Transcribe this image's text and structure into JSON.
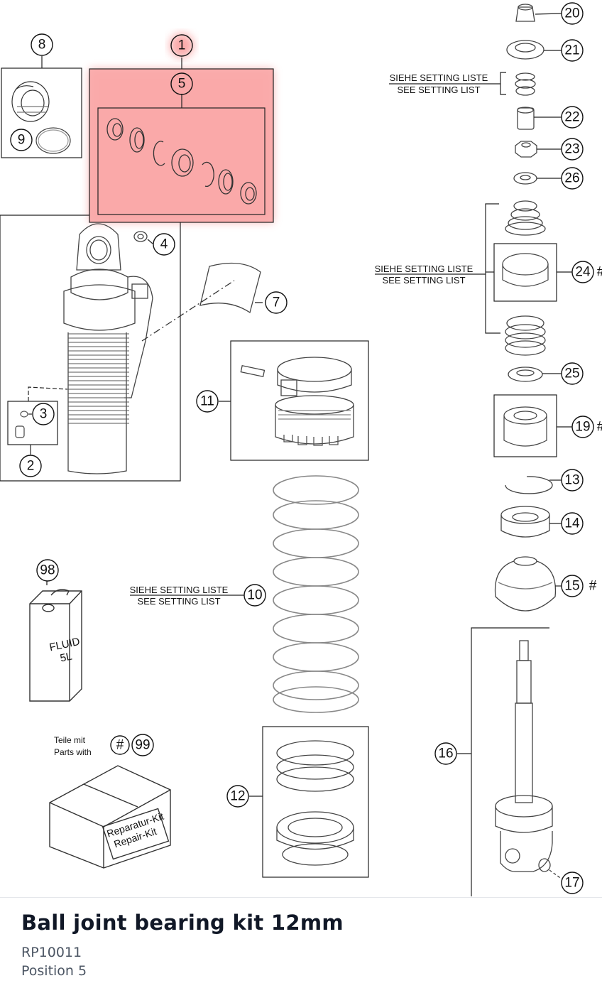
{
  "callouts": {
    "c1": "1",
    "c2": "2",
    "c3": "3",
    "c4": "4",
    "c5": "5",
    "c7": "7",
    "c8": "8",
    "c9": "9",
    "c10": "10",
    "c11": "11",
    "c12": "12",
    "c13": "13",
    "c14": "14",
    "c15": "15",
    "c16": "16",
    "c17": "17",
    "c19": "19",
    "c20": "20",
    "c21": "21",
    "c22": "22",
    "c23": "23",
    "c24": "24",
    "c25": "25",
    "c26": "26",
    "c98": "98",
    "c99": "99"
  },
  "markers": {
    "hash15": "#",
    "hash99": "#",
    "hash24": "#",
    "hash19": "#"
  },
  "notes": {
    "siehe_setting_liste": "SIEHE SETTING LISTE",
    "see_setting_list": "SEE SETTING LIST",
    "teile_mit": "Teile mit",
    "parts_with": "Parts with",
    "fluid": "FLUID",
    "fluid_volume": "5L",
    "repair_kit_de": "Reparatur-Kit",
    "repair_kit_en": "Repair-Kit"
  },
  "highlight_color": "#f87171",
  "part": {
    "title": "Ball joint bearing kit 12mm",
    "code": "RP10011",
    "position": "Position 5"
  }
}
